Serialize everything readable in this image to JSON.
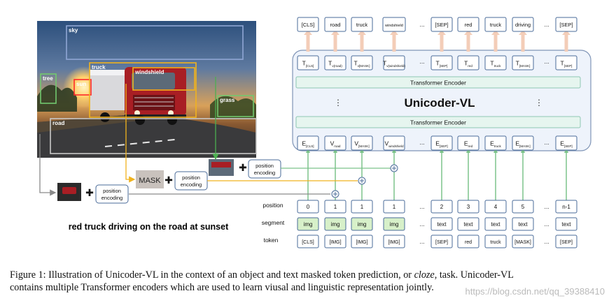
{
  "image_regions": [
    {
      "id": "sky",
      "label": "sky",
      "color": "#8fa6d4"
    },
    {
      "id": "tree",
      "label": "tree",
      "color": "#72c96e"
    },
    {
      "id": "sun",
      "label": "sun",
      "color": "#ff2a2a"
    },
    {
      "id": "truck",
      "label": "truck",
      "color": "#f0b21e"
    },
    {
      "id": "windshield",
      "label": "windshield",
      "color": "#f0b21e"
    },
    {
      "id": "grass",
      "label": "grass",
      "color": "#72c96e"
    },
    {
      "id": "road",
      "label": "road",
      "color": "#c8c8c8"
    }
  ],
  "sentence": "red truck driving on the road at sunset",
  "model_title": "Unicoder-VL",
  "encoder_label": "Transformer Encoder",
  "vertical_dots": "⋮",
  "ellipsis": "...",
  "row_labels": {
    "position": "position",
    "segment": "segment",
    "token": "token"
  },
  "outputs": [
    "[CLS]",
    "road",
    "truck",
    "windshield",
    "...",
    "[SEP]",
    "red",
    "truck",
    "driving",
    "...",
    "[SEP]"
  ],
  "top_T": [
    {
      "main": "T",
      "sub": "[CLS]"
    },
    {
      "main": "T",
      "sub": "v(road)"
    },
    {
      "main": "T",
      "sub": "v[MASK]"
    },
    {
      "main": "T",
      "sub": "v(windshield)"
    },
    {
      "main": "...",
      "sub": ""
    },
    {
      "main": "T",
      "sub": "[SEP]"
    },
    {
      "main": "T",
      "sub": "red"
    },
    {
      "main": "T",
      "sub": "truck"
    },
    {
      "main": "T",
      "sub": "[MASK]"
    },
    {
      "main": "...",
      "sub": ""
    },
    {
      "main": "T",
      "sub": "[SEP]"
    }
  ],
  "bottom_E": [
    {
      "main": "E",
      "sub": "[CLS]"
    },
    {
      "main": "V",
      "sub": "road"
    },
    {
      "main": "V",
      "sub": "[MASK]"
    },
    {
      "main": "V",
      "sub": "windshield"
    },
    {
      "main": "...",
      "sub": ""
    },
    {
      "main": "E",
      "sub": "[SEP]"
    },
    {
      "main": "E",
      "sub": "red"
    },
    {
      "main": "E",
      "sub": "truck"
    },
    {
      "main": "E",
      "sub": "[MASK]"
    },
    {
      "main": "...",
      "sub": ""
    },
    {
      "main": "E",
      "sub": "[SEP]"
    }
  ],
  "positions": [
    "0",
    "1",
    "1",
    "1",
    "...",
    "2",
    "3",
    "4",
    "5",
    "...",
    "n-1"
  ],
  "segments": [
    "img",
    "img",
    "img",
    "img",
    "...",
    "text",
    "text",
    "text",
    "text",
    "...",
    "text"
  ],
  "tokens": [
    "[CLS]",
    "[IMG]",
    "[IMG]",
    "[IMG]",
    "...",
    "[SEP]",
    "red",
    "truck",
    "[MASK]",
    "...",
    "[SEP]"
  ],
  "feature_inputs": [
    {
      "id": "road",
      "label": "position\nencoding"
    },
    {
      "id": "mask",
      "label": "position\nencoding",
      "mask_text": "MASK"
    },
    {
      "id": "windshield",
      "label": "position\nencoding"
    }
  ],
  "plus_sign": "✚",
  "add_sign": "+",
  "caption": {
    "line1_pre": "Figure 1: Illustration of Unicoder-VL in the context of an object and text masked token prediction, or ",
    "line1_em": "cloze",
    "line1_post": ", task. Unicoder-VL",
    "line2": "contains multiple Transformer encoders which are used to learn viusal and linguistic representation jointly."
  },
  "watermark": "https://blog.csdn.net/qq_39388410",
  "colors": {
    "panel_fill": "#eef3fb",
    "panel_stroke": "#7f94b6",
    "encoder_fill": "#e6f5ef",
    "encoder_stroke": "#8fc7b3",
    "img_segment": "#d7f0c9",
    "box_stroke": "#4a6b99",
    "arrow_up": "#f3cdb8",
    "line_gray": "#8a8a8a",
    "line_yellow": "#f0b21e",
    "line_green": "#4caf50"
  }
}
